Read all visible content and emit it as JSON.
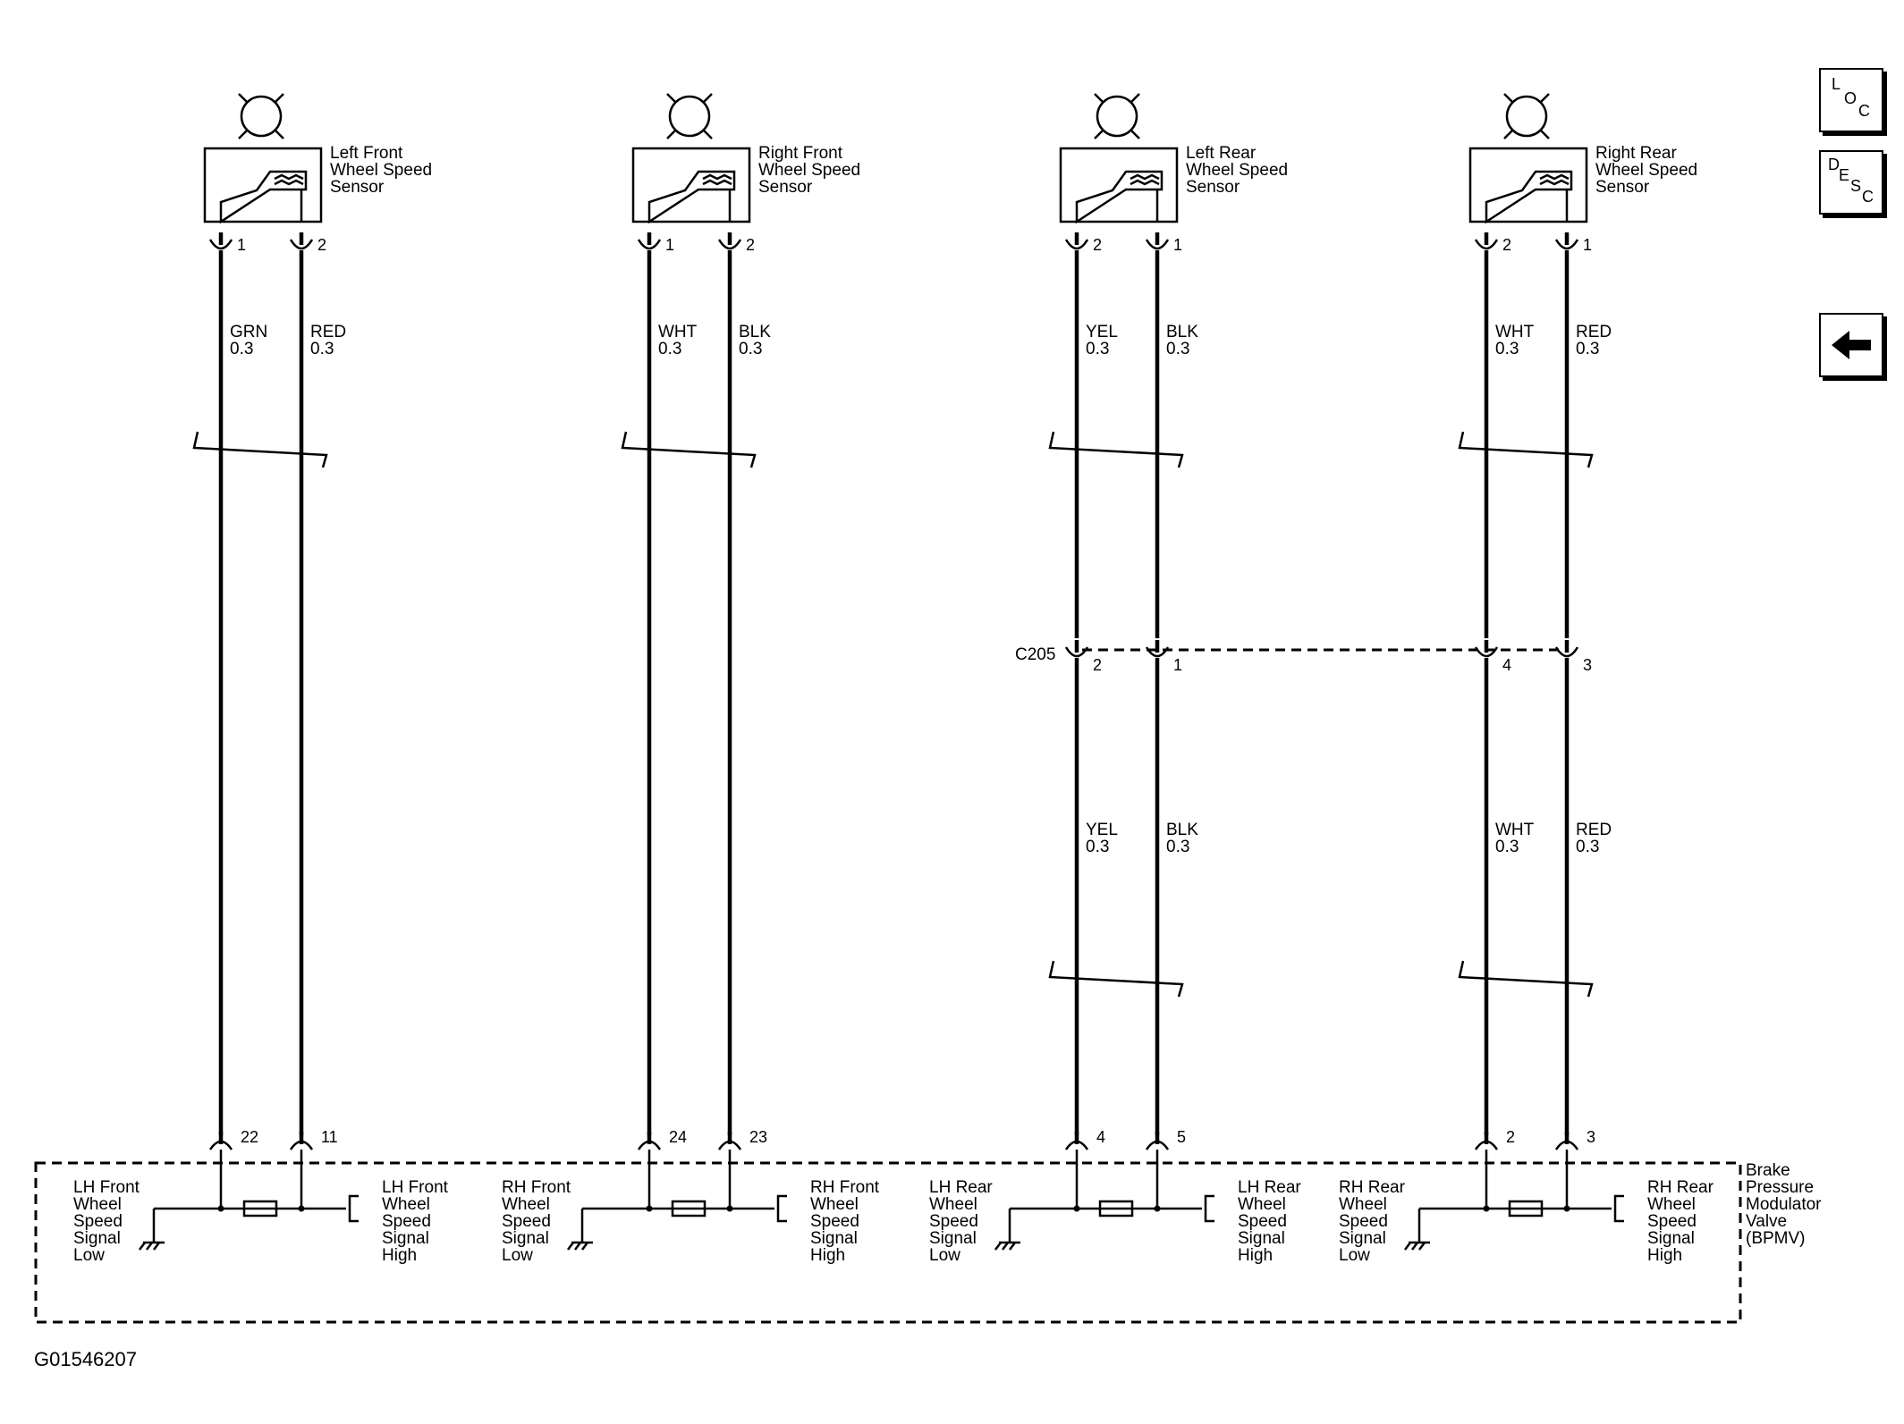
{
  "sensors": [
    {
      "id": "lf",
      "name": [
        "Left Front",
        "Wheel Speed",
        "Sensor"
      ],
      "pins_top": [
        "1",
        "2"
      ],
      "wires": [
        {
          "color": "GRN",
          "gauge": "0.3"
        },
        {
          "color": "RED",
          "gauge": "0.3"
        }
      ],
      "pins_bottom": [
        "22",
        "11"
      ]
    },
    {
      "id": "rf",
      "name": [
        "Right Front",
        "Wheel Speed",
        "Sensor"
      ],
      "pins_top": [
        "1",
        "2"
      ],
      "wires": [
        {
          "color": "WHT",
          "gauge": "0.3"
        },
        {
          "color": "BLK",
          "gauge": "0.3"
        }
      ],
      "pins_bottom": [
        "24",
        "23"
      ]
    },
    {
      "id": "lr",
      "name": [
        "Left Rear",
        "Wheel Speed",
        "Sensor"
      ],
      "pins_top": [
        "2",
        "1"
      ],
      "wires": [
        {
          "color": "YEL",
          "gauge": "0.3"
        },
        {
          "color": "BLK",
          "gauge": "0.3"
        }
      ],
      "pins_mid": [
        "2",
        "1"
      ],
      "wires_lower": [
        {
          "color": "YEL",
          "gauge": "0.3"
        },
        {
          "color": "BLK",
          "gauge": "0.3"
        }
      ],
      "pins_bottom": [
        "4",
        "5"
      ]
    },
    {
      "id": "rr",
      "name": [
        "Right Rear",
        "Wheel Speed",
        "Sensor"
      ],
      "pins_top": [
        "2",
        "1"
      ],
      "wires": [
        {
          "color": "WHT",
          "gauge": "0.3"
        },
        {
          "color": "RED",
          "gauge": "0.3"
        }
      ],
      "pins_mid": [
        "4",
        "3"
      ],
      "wires_lower": [
        {
          "color": "WHT",
          "gauge": "0.3"
        },
        {
          "color": "RED",
          "gauge": "0.3"
        }
      ],
      "pins_bottom": [
        "2",
        "3"
      ]
    }
  ],
  "connector": "C205",
  "module": {
    "name": [
      "Brake",
      "Pressure",
      "Modulator",
      "Valve",
      "(BPMV)"
    ],
    "signals": [
      {
        "low": [
          "LH Front",
          "Wheel",
          "Speed",
          "Signal",
          "Low"
        ],
        "high": [
          "LH Front",
          "Wheel",
          "Speed",
          "Signal",
          "High"
        ]
      },
      {
        "low": [
          "RH Front",
          "Wheel",
          "Speed",
          "Signal",
          "Low"
        ],
        "high": [
          "RH Front",
          "Wheel",
          "Speed",
          "Signal",
          "High"
        ]
      },
      {
        "low": [
          "LH Rear",
          "Wheel",
          "Speed",
          "Signal",
          "Low"
        ],
        "high": [
          "LH Rear",
          "Wheel",
          "Speed",
          "Signal",
          "High"
        ]
      },
      {
        "low": [
          "RH Rear",
          "Wheel",
          "Speed",
          "Signal",
          "Low"
        ],
        "high": [
          "RH Rear",
          "Wheel",
          "Speed",
          "Signal",
          "High"
        ]
      }
    ]
  },
  "figure_id": "G01546207",
  "nav": {
    "loc": [
      "L",
      "O",
      "C"
    ],
    "desc": [
      "D",
      "E",
      "S",
      "C"
    ]
  }
}
